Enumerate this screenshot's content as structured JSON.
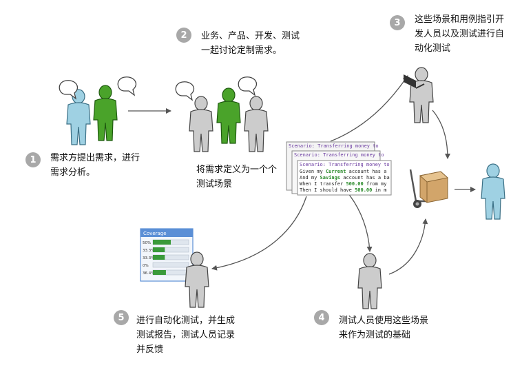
{
  "steps": [
    {
      "number": "1",
      "lines": [
        "需求方提出需求，进行",
        "需求分析。"
      ]
    },
    {
      "number": "2",
      "lines": [
        "业务、产品、开发、测试",
        "一起讨论定制需求。"
      ]
    },
    {
      "number": "3",
      "lines": [
        "这些场景和用例指引开",
        "发人员以及测试进行自",
        "动化测试"
      ]
    },
    {
      "number": "4",
      "lines": [
        "测试人员使用这些场景",
        "来作为测试的基础"
      ]
    },
    {
      "number": "5",
      "lines": [
        "进行自动化测试，并生成",
        "测试报告，测试人员记录",
        "并反馈"
      ]
    }
  ],
  "scenario_caption": [
    "将需求定义为一个个",
    "测试场景"
  ],
  "scenario_card": {
    "title": "Scenario: Transferring money to",
    "lines": [
      {
        "pre": "Given my ",
        "kw": "Current",
        "post": " account has a"
      },
      {
        "pre": "And my ",
        "kw": "Savings",
        "post": " account has a ba"
      },
      {
        "pre": "When I transfer ",
        "kw": "500.00",
        "post": " from my"
      },
      {
        "pre": "Then I should have ",
        "kw": "500.00",
        "post": " in m"
      }
    ]
  },
  "coverage_report": {
    "title": "Coverage",
    "rows": [
      {
        "label": "50%",
        "fill": 0.5
      },
      {
        "label": "33.3%",
        "fill": 0.333
      },
      {
        "label": "33.3%",
        "fill": 0.333
      },
      {
        "label": "0%",
        "fill": 0
      },
      {
        "label": "36.4%",
        "fill": 0.364
      }
    ]
  },
  "colors": {
    "blue_person": "#9fd1e3",
    "green_person": "#4aa32a",
    "gray_person": "#bdbdbd",
    "step_badge": "#a8a8a8",
    "arrow": "#555555",
    "coverage_bar": "#3a9a3a",
    "coverage_header": "#5b8fd6",
    "card_keyword": "#2a8a2a",
    "card_title": "#6a3aa0"
  }
}
